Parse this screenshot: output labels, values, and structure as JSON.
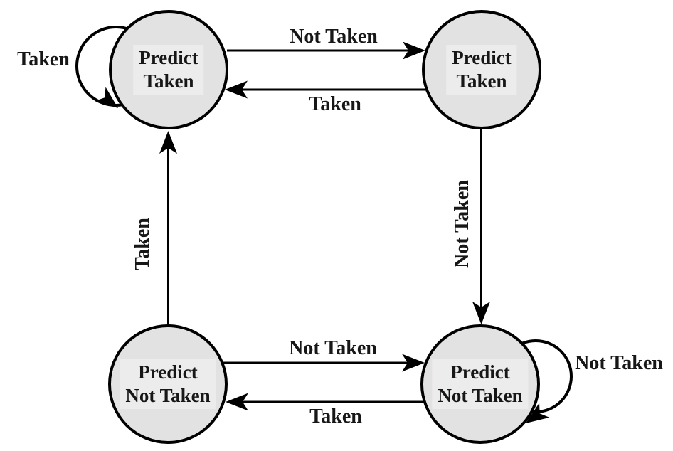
{
  "diagram": {
    "type": "state-machine",
    "states": [
      {
        "id": "top-left",
        "line1": "Predict",
        "line2": "Taken"
      },
      {
        "id": "top-right",
        "line1": "Predict",
        "line2": "Taken"
      },
      {
        "id": "bottom-left",
        "line1": "Predict",
        "line2": "Not Taken"
      },
      {
        "id": "bottom-right",
        "line1": "Predict",
        "line2": "Not Taken"
      }
    ],
    "edge_labels": {
      "tl_self": "Taken",
      "tl_to_tr": "Not Taken",
      "tr_to_tl": "Taken",
      "tr_to_br": "Not Taken",
      "bl_to_tl": "Taken",
      "bl_to_br": "Not Taken",
      "br_to_bl": "Taken",
      "br_self": "Not Taken"
    },
    "colors": {
      "stroke": "#000000",
      "state_fill": "#e3e2e2",
      "state_label_fill": "#edecec",
      "background": "#ffffff"
    }
  }
}
